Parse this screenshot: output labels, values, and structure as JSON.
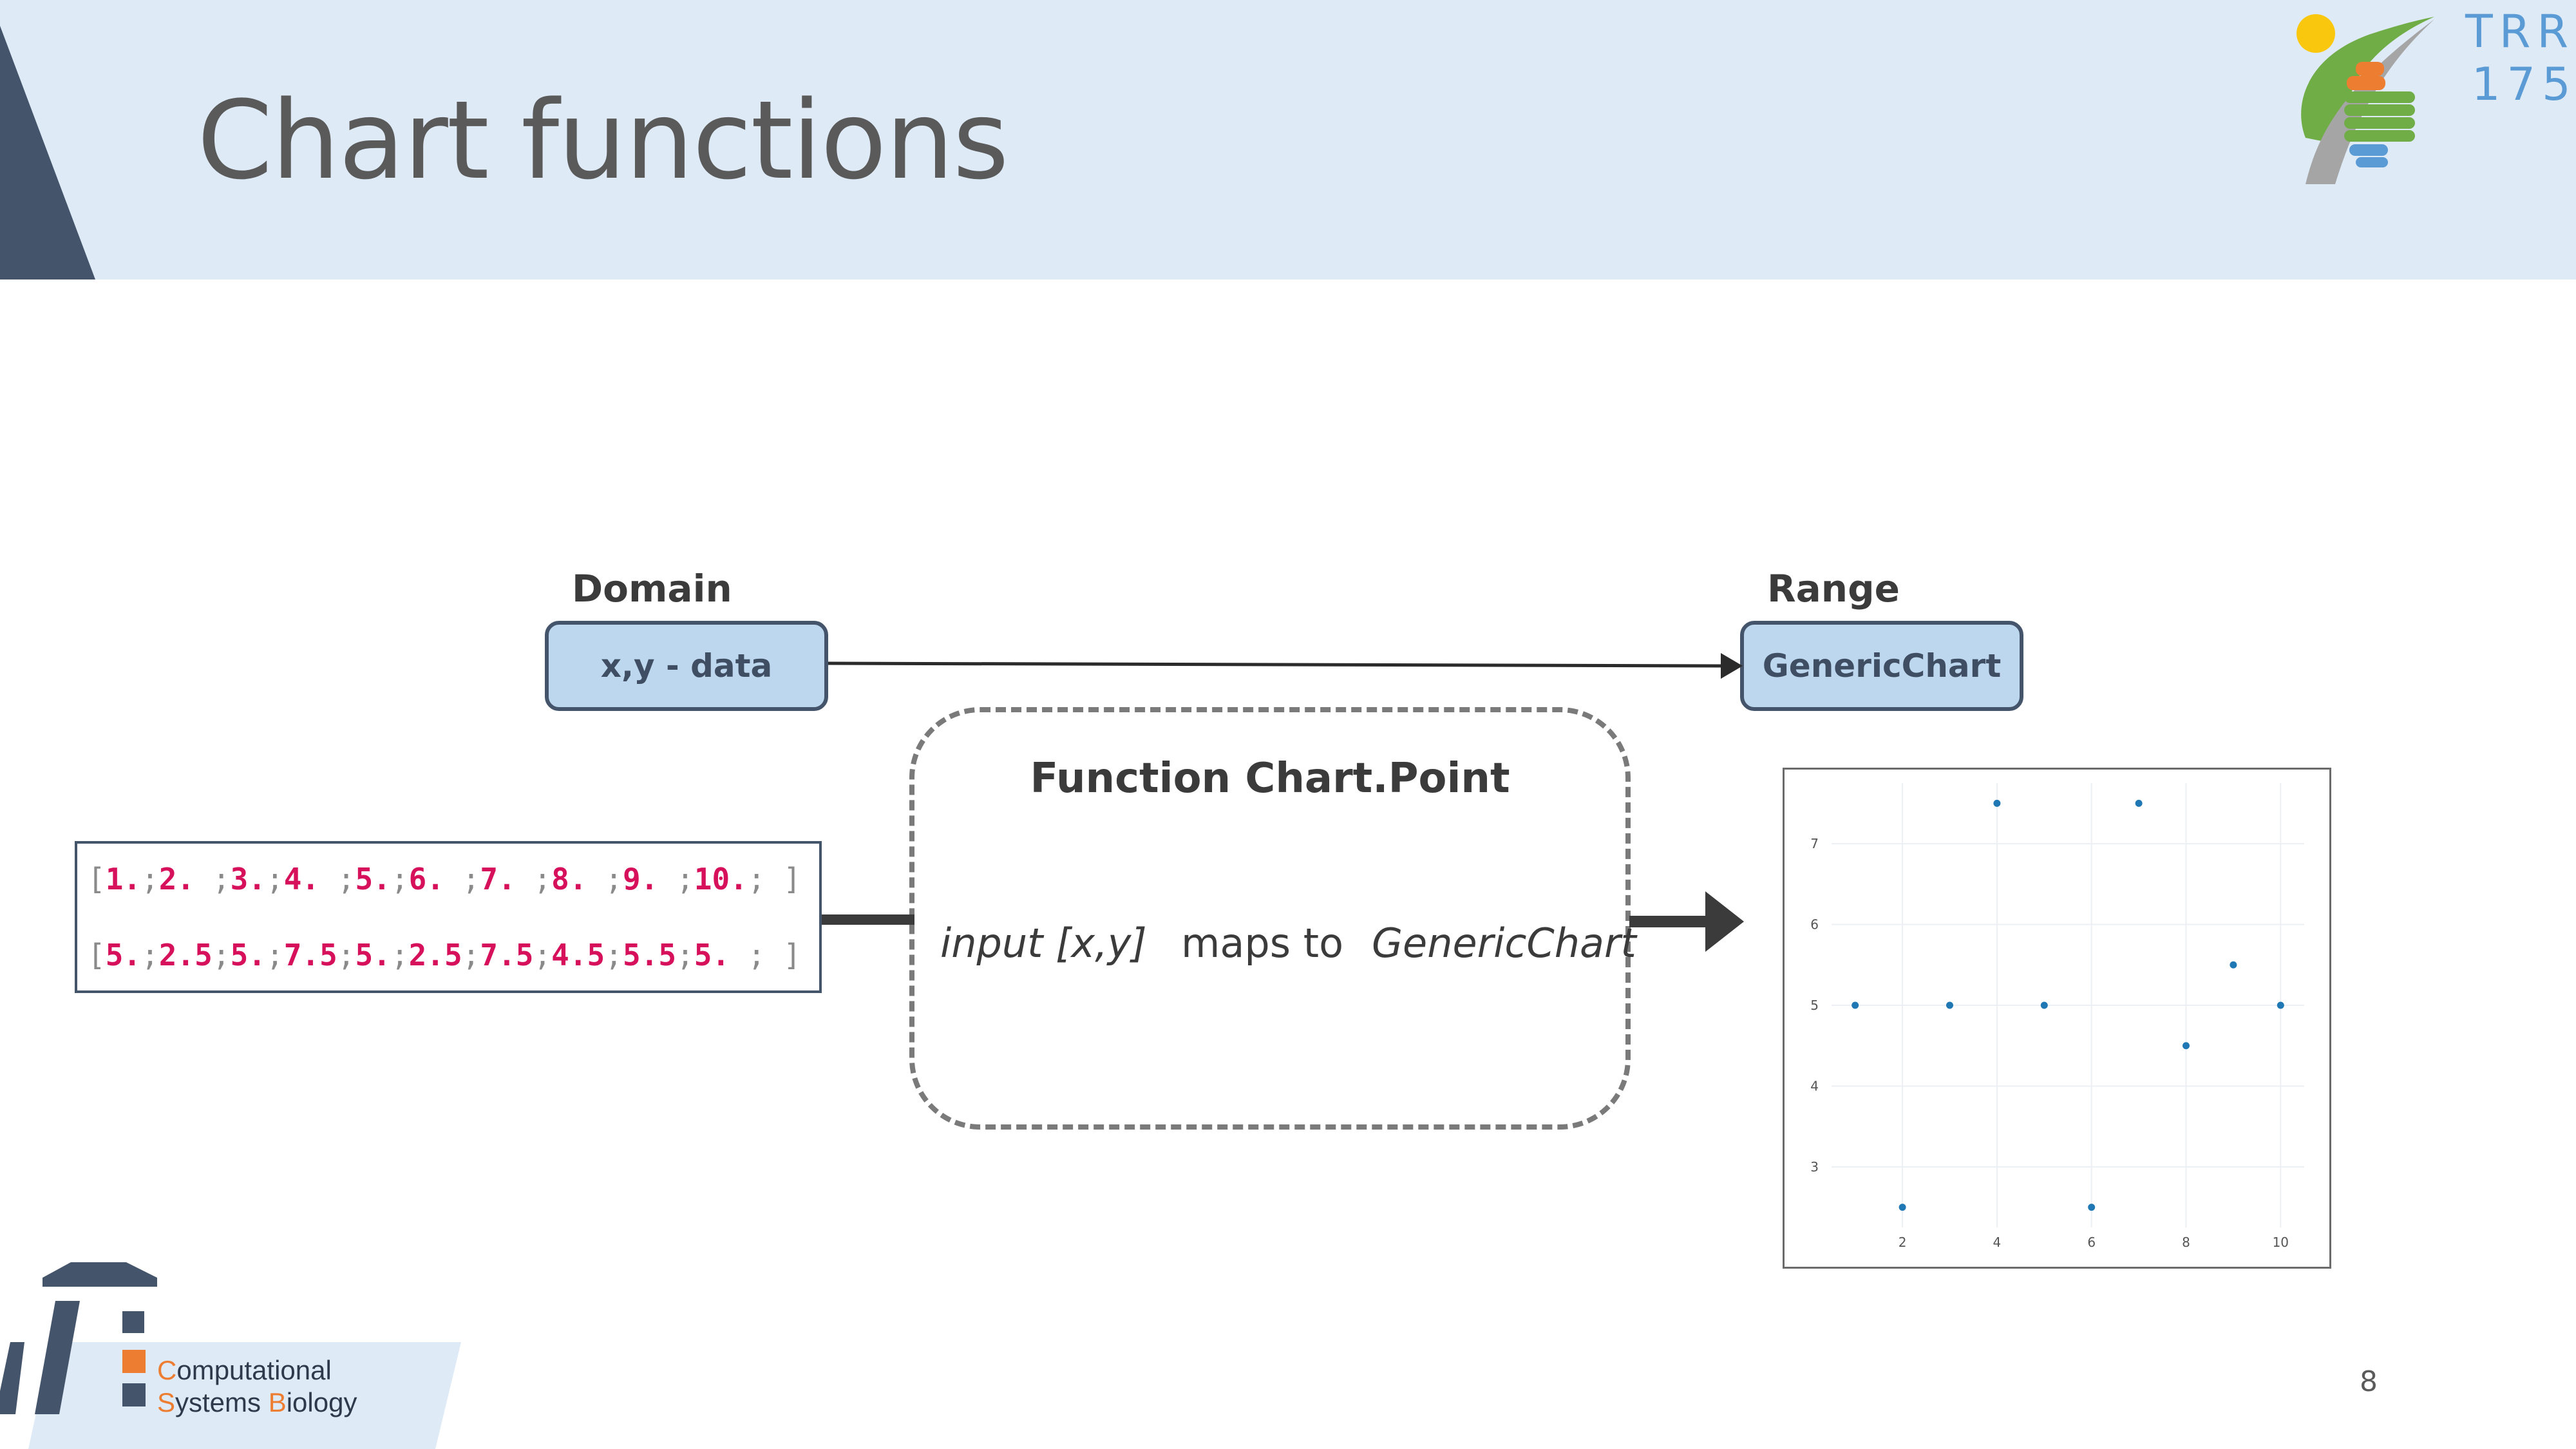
{
  "slide": {
    "title": "Chart functions",
    "page_number": "8"
  },
  "domain": {
    "label": "Domain",
    "box_text": "x,y - data"
  },
  "range": {
    "label": "Range",
    "box_text": "GenericChart"
  },
  "function": {
    "title": "Function Chart.Point",
    "input_text": "input [x,y]",
    "maps_text": "maps to",
    "output_text": "GenericChart"
  },
  "data_arrays": {
    "x_values": [
      "1.",
      "2. ",
      "3.",
      "4. ",
      "5.",
      "6. ",
      "7. ",
      "8. ",
      "9. ",
      "10."
    ],
    "y_values": [
      "5.",
      "2.5",
      "5.",
      "7.5",
      "5.",
      "2.5",
      "7.5",
      "4.5",
      "5.5",
      "5. "
    ]
  },
  "chart_data": {
    "type": "scatter",
    "x": [
      1,
      2,
      3,
      4,
      5,
      6,
      7,
      8,
      9,
      10
    ],
    "y": [
      5,
      2.5,
      5,
      7.5,
      5,
      2.5,
      7.5,
      4.5,
      5.5,
      5
    ],
    "xticks": [
      "2",
      "4",
      "6",
      "8",
      "10"
    ],
    "yticks": [
      "3",
      "4",
      "5",
      "6",
      "7"
    ],
    "xlim": [
      0.5,
      10.5
    ],
    "ylim": [
      2.25,
      7.75
    ],
    "grid": true,
    "marker_color": "#1f77b4"
  },
  "logo": {
    "trr_line1": "TRR",
    "trr_line2": "175",
    "footer_line1_initial": "C",
    "footer_line1_rest": "omputational",
    "footer_line2_initial1": "S",
    "footer_line2_mid": "ystems ",
    "footer_line2_initial2": "B",
    "footer_line2_rest": "iology"
  },
  "colors": {
    "header_band": "#deeaf6",
    "node_fill": "#bdd7ee",
    "node_border": "#44546a",
    "fsharp_logo": "#c07d1d",
    "accent_orange": "#ed7d31",
    "data_number": "#d6105a"
  }
}
